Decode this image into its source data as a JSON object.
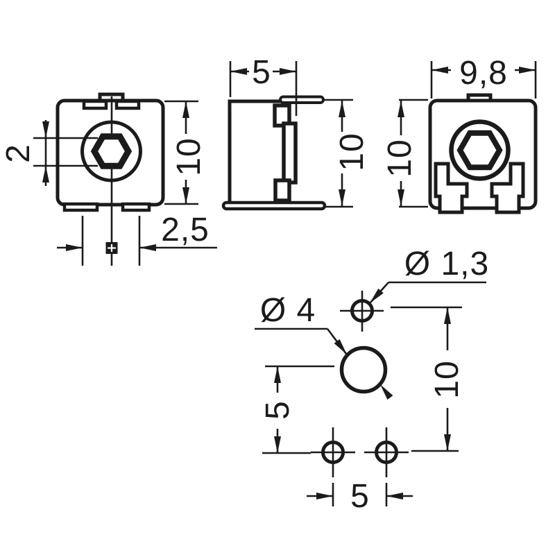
{
  "views": {
    "front": {
      "hex_across_flats": "2",
      "height": "10",
      "pin_spacing": "2,5"
    },
    "side": {
      "depth": "5",
      "height": "10"
    },
    "rear": {
      "width": "9,8",
      "height": "10"
    },
    "footprint": {
      "small_hole_diameter": "Ø 1,3",
      "large_hole_diameter": "Ø 4",
      "row_spacing": "10",
      "column_offset": "5",
      "pin_pitch": "5"
    }
  },
  "colors": {
    "line": "#1b1b1b",
    "background": "#ffffff"
  }
}
